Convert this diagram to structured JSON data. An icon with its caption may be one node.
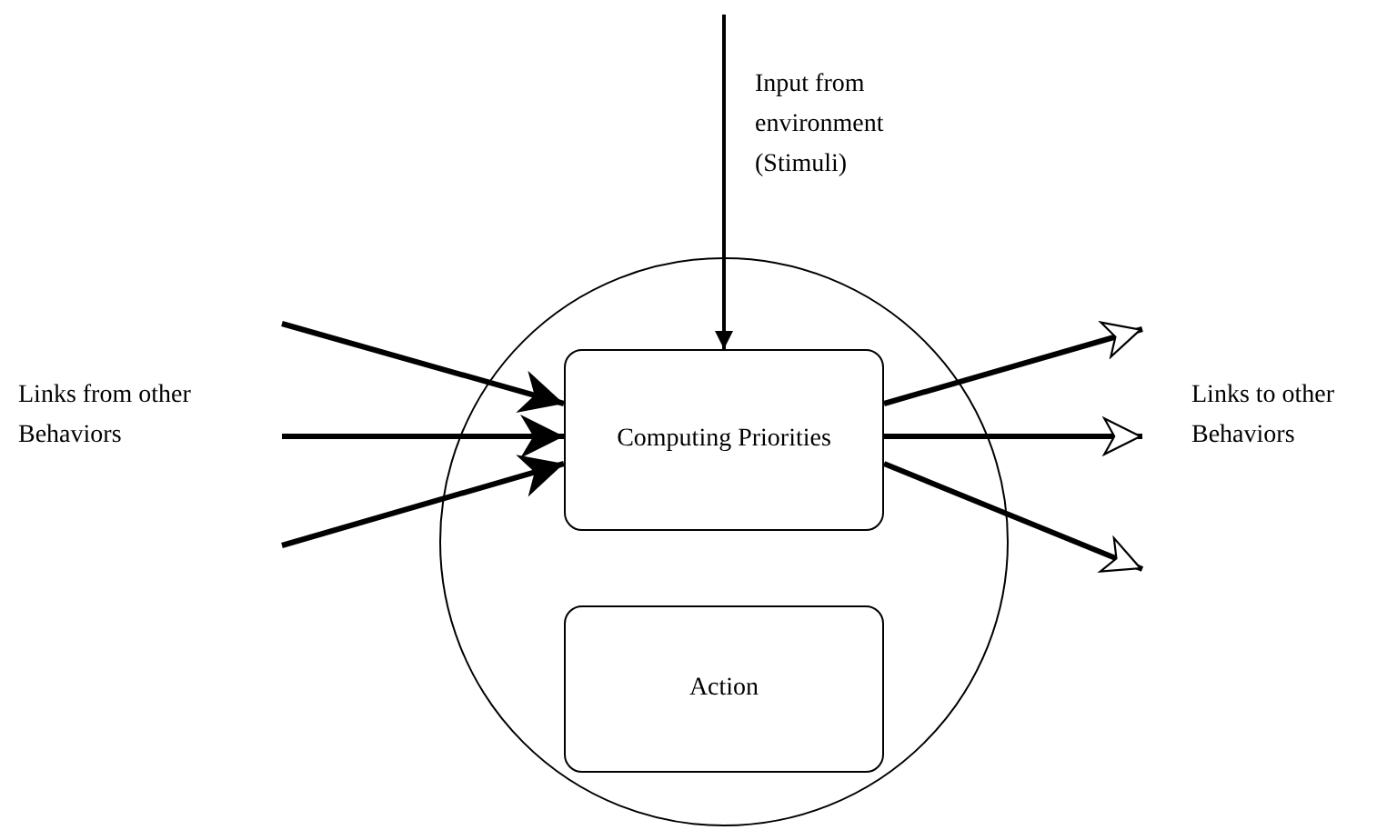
{
  "diagram": {
    "nodes": [
      {
        "text": [],
        "shape": "circle"
      },
      {
        "text": [
          "Computing Priorities"
        ],
        "in": 0
      },
      {
        "text": [
          "Action"
        ],
        "in": 0
      }
    ],
    "edges": [
      {
        "from": null,
        "to": 1,
        "arrow": "to",
        "label": "Input from environment (Stimuli)"
      },
      {
        "from": null,
        "to": 1,
        "arrow": "to"
      },
      {
        "from": null,
        "to": 1,
        "arrow": "to"
      },
      {
        "from": null,
        "to": 1,
        "arrow": "to"
      },
      {
        "from": 1,
        "to": null,
        "arrow": "to"
      },
      {
        "from": 1,
        "to": null,
        "arrow": "to"
      },
      {
        "from": 1,
        "to": null,
        "arrow": "to"
      }
    ],
    "labels": [
      "Links from other Behaviors",
      "Links to other Behaviors"
    ]
  }
}
